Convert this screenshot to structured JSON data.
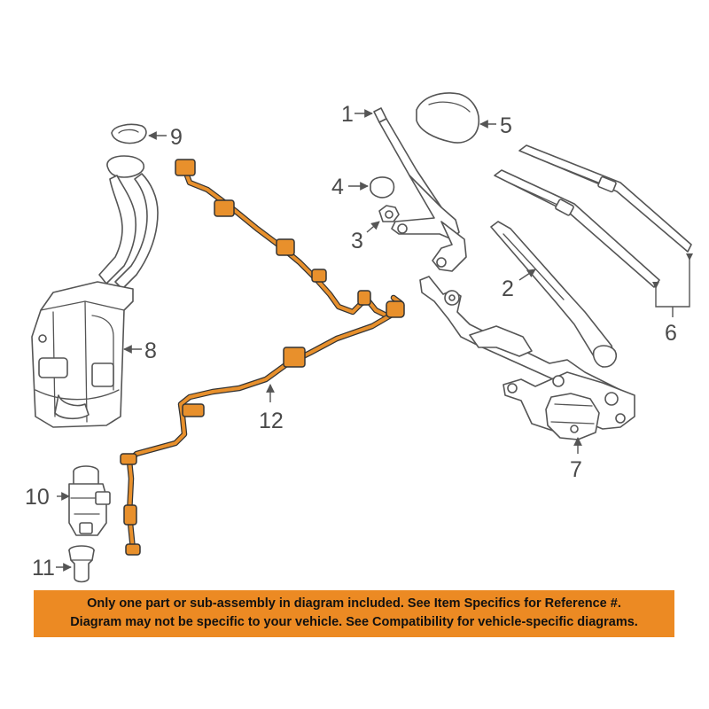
{
  "callouts": {
    "c1": "1",
    "c2": "2",
    "c3": "3",
    "c4": "4",
    "c5": "5",
    "c6": "6",
    "c7": "7",
    "c8": "8",
    "c9": "9",
    "c10": "10",
    "c11": "11",
    "c12": "12"
  },
  "disclaimer": {
    "line1": "Only one part or sub-assembly in diagram included. See Item Specifics for Reference #.",
    "line2": "Diagram may not be specific to your vehicle. See Compatibility for vehicle-specific diagrams."
  },
  "colors": {
    "highlight": "#e8902c",
    "banner": "#ec8a23",
    "line_art": "#555555",
    "callout_text": "#4a4a4a"
  }
}
